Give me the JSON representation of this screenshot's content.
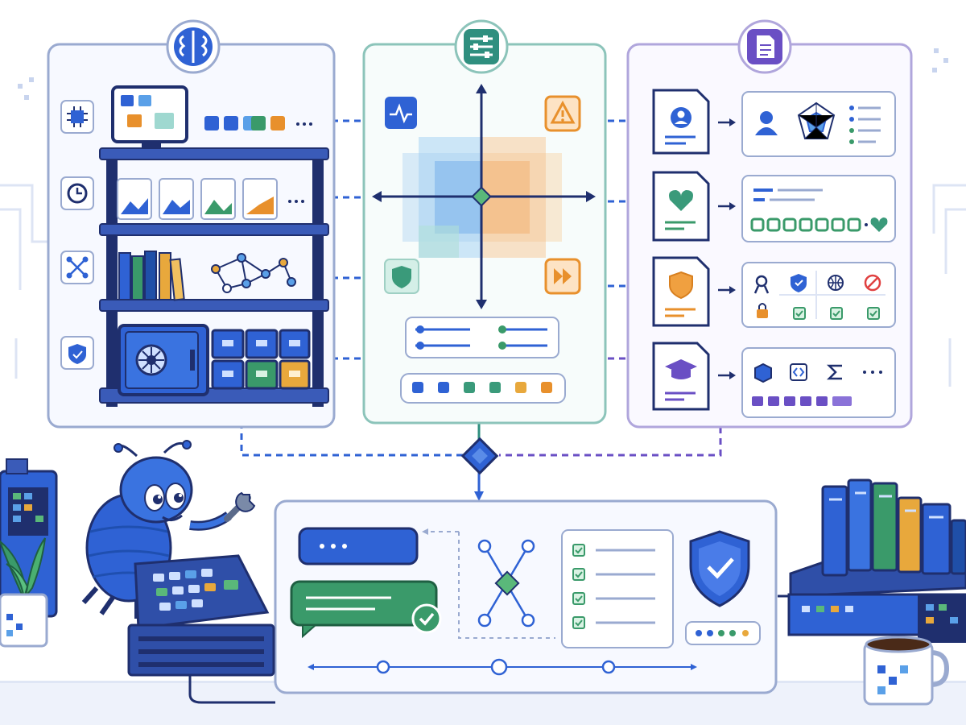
{
  "colors": {
    "blue": "#2f62d4",
    "navy": "#1f2f6e",
    "teal": "#2f8f7f",
    "green": "#3a9a6a",
    "orange": "#e8902c",
    "purple": "#6a4fc4",
    "outline": "#9aaad0",
    "panel_fill": "#f7f9ff"
  },
  "panels": {
    "memory": {
      "header_icon": "brain-icon",
      "side_icons": [
        "chip-icon",
        "clock-icon",
        "network-icon",
        "shield-icon"
      ]
    },
    "control": {
      "header_icon": "sliders-icon",
      "quadrant_icons": [
        "pulse-icon",
        "warning-icon",
        "shield-icon",
        "fast-forward-icon"
      ]
    },
    "documents": {
      "header_icon": "document-icon",
      "card_icons": [
        "user-doc-icon",
        "heart-doc-icon",
        "shield-doc-icon",
        "graduation-doc-icon"
      ]
    }
  },
  "workspace": {
    "icons": [
      "chat-bubble-icon",
      "checklist-icon",
      "shield-check-icon",
      "timeline-icon"
    ]
  },
  "scene": {
    "figures": [
      "blue-bug-mascot",
      "wrench-icon",
      "control-console",
      "server-rack",
      "potted-plant",
      "book-stack",
      "coffee-mug"
    ]
  }
}
